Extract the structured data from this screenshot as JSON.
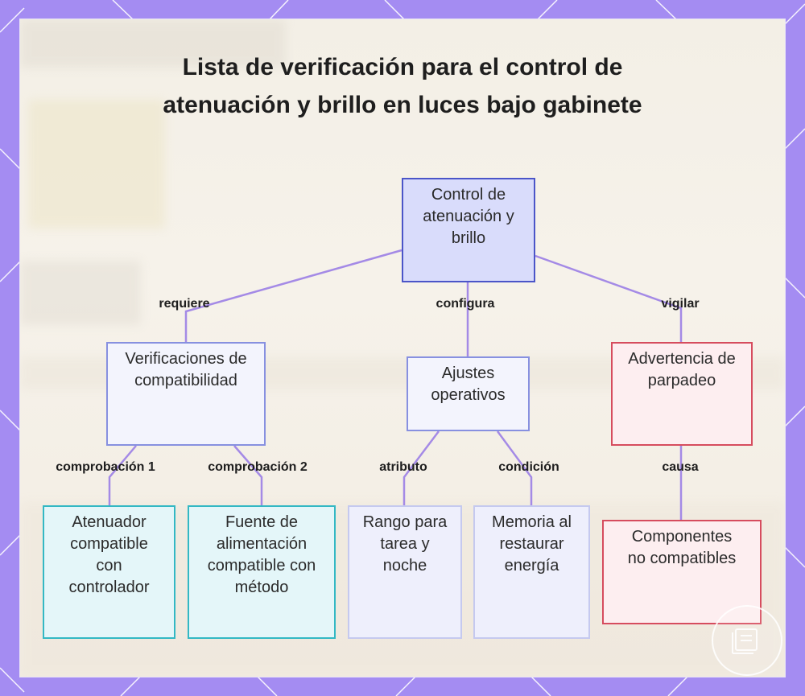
{
  "title": "Lista de verificación para el control de atenuación y brillo en luces bajo gabinete",
  "colors": {
    "frame": "#a48cf2",
    "edge": "#a48ae6",
    "root_border": "#4b55c8",
    "warning_border": "#d64c5e",
    "compat_border": "#33b8c4"
  },
  "nodes": {
    "root": "Control de atenuación y brillo",
    "compat": "Verificaciones de compatibilidad",
    "settings": "Ajustes operativos",
    "flicker": "Advertencia de parpadeo",
    "dimmer": "Atenuador compatible con controlador",
    "power": "Fuente de alimentación compatible con método",
    "range": "Rango para tarea y noche",
    "memory": "Memoria al restaurar energía",
    "incompatible": "Componentes no compatibles"
  },
  "edges": {
    "requires": "requiere",
    "configures": "configura",
    "watch": "vigilar",
    "check1": "comprobación 1",
    "check2": "comprobación 2",
    "attribute": "atributo",
    "condition": "condición",
    "cause": "causa"
  },
  "icons": {
    "badge": "document-icon"
  }
}
